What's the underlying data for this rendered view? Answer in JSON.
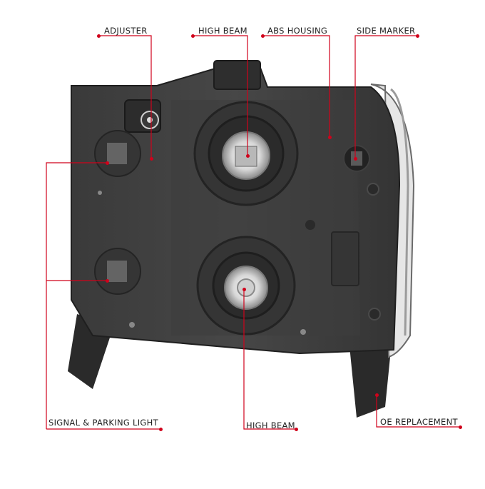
{
  "accent_color": "#d0021b",
  "callouts": {
    "adjuster": "ADJUSTER",
    "high_beam_top": "HIGH BEAM",
    "abs_housing": "ABS HOUSING",
    "side_marker": "SIDE MARKER",
    "signal_parking": "SIGNAL & PARKING LIGHT",
    "high_beam_bottom": "HIGH BEAM",
    "oe_replacement": "OE REPLACEMENT"
  }
}
